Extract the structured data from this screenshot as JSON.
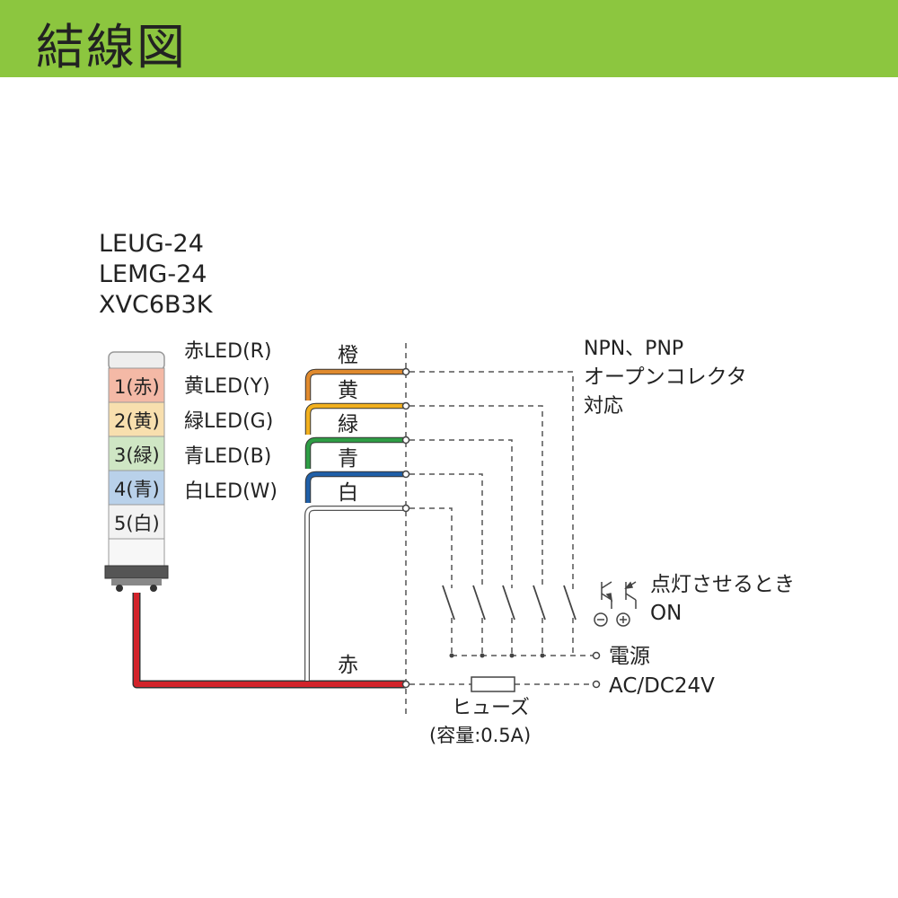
{
  "header": {
    "title": "結線図"
  },
  "models": [
    "LEUG-24",
    "LEMG-24",
    "XVC6B3K"
  ],
  "tower_tiers": [
    {
      "label": "1(赤)",
      "color": "#f4b9a6",
      "text_color": "#d9674a"
    },
    {
      "label": "2(黄)",
      "color": "#f8dfae",
      "text_color": "#c8902e"
    },
    {
      "label": "3(緑)",
      "color": "#cfe6c4",
      "text_color": "#4d9a45"
    },
    {
      "label": "4(青)",
      "color": "#b9d1ea",
      "text_color": "#3b6ea8"
    },
    {
      "label": "5(白)",
      "color": "#f2f2f2",
      "text_color": "#555555"
    }
  ],
  "led_labels": [
    "赤LED(R)",
    "黄LED(Y)",
    "緑LED(G)",
    "青LED(B)",
    "白LED(W)"
  ],
  "wire_labels": [
    "橙",
    "黄",
    "緑",
    "青",
    "白",
    "赤"
  ],
  "wire_colors": [
    "#e08a2e",
    "#f2b01e",
    "#2e9d45",
    "#1f5fa8",
    "#c8c8c8",
    "#d2232a"
  ],
  "notes": {
    "npn_pnp": "NPN、PNP",
    "open_collector": "オープンコレクタ",
    "supported": "対応",
    "lit_when": "点灯させるとき",
    "on": "ON",
    "power": "電源",
    "voltage": "AC/DC24V",
    "fuse": "ヒューズ",
    "fuse_capacity": "(容量:0.5A)"
  }
}
